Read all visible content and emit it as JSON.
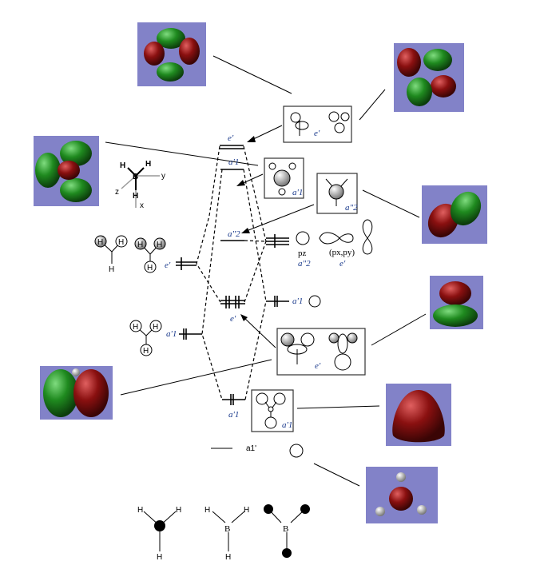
{
  "colors": {
    "image_background": "#8282c8",
    "lobe_green": "#1f8a1f",
    "lobe_red": "#8a1010",
    "label_blue": "#1a3a8c"
  },
  "mo_levels": {
    "e_star": "e'",
    "a1_star": "a'1",
    "a2_nb": "a\"2",
    "e_bond": "e'",
    "a1_bond": "a'1"
  },
  "ligand_levels": {
    "e": "e'",
    "a1": "a'1"
  },
  "boron_orbitals": {
    "p_label_z": "pz",
    "p_sym_z": "a\"2",
    "p_label_xy": "(px,py)",
    "p_sym_xy": "e'",
    "s_sym": "a'1"
  },
  "boxes": {
    "e_star_box": "e'",
    "a1_star_box": "a'1",
    "a2_box": "a\"2",
    "e_bond_box": "e'",
    "a1_bond_box": "a'1"
  },
  "axes": {
    "h": "H",
    "b": "B",
    "x": "x",
    "y": "y",
    "z": "z"
  },
  "bottom": {
    "a1_label": "a1'",
    "atom_h": "H",
    "atom_b": "B"
  }
}
